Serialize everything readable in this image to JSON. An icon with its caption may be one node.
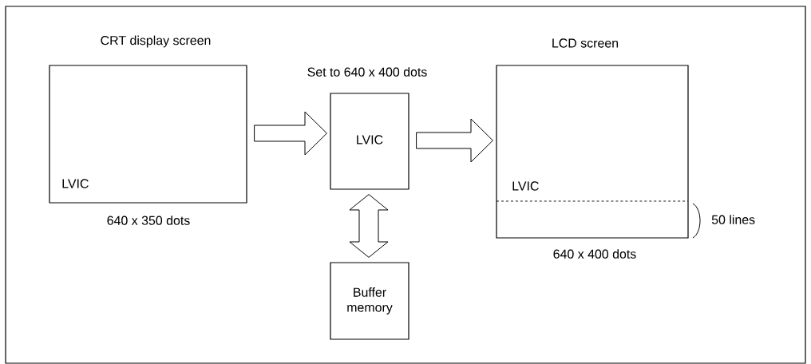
{
  "diagram": {
    "nodes": [
      {
        "text": [
          "CRT display screen",
          "LVIC"
        ],
        "beside": [
          "640 x 350  dots"
        ]
      },
      {
        "text": [
          "Set to 640 x 400 dots",
          "LVIC"
        ]
      },
      {
        "text": [
          "LCD screen",
          "LVIC"
        ],
        "beside": [
          "640 x 400 dots",
          "50 lines"
        ]
      },
      {
        "text": [
          "Buffer memory"
        ]
      }
    ],
    "edges": [
      {
        "from": 0,
        "to": 1,
        "arrow": "to"
      },
      {
        "from": 1,
        "to": 2,
        "arrow": "to"
      },
      {
        "from": 1,
        "to": 3,
        "arrow": "both"
      }
    ]
  }
}
